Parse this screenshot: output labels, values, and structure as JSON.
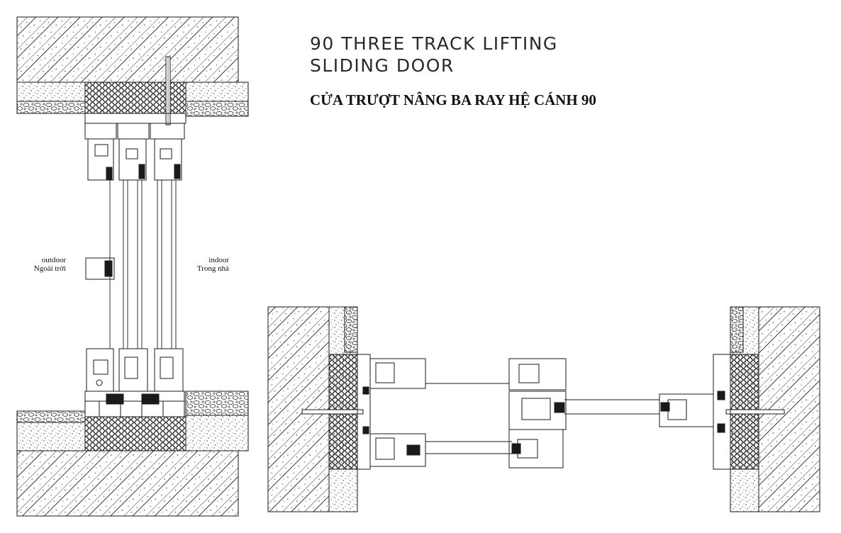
{
  "title": {
    "en_line1": "90 THREE TRACK LIFTING",
    "en_line2": "SLIDING DOOR",
    "vi": "CỬA TRƯỢT NÂNG BA RAY HỆ CÁNH 90"
  },
  "labels": {
    "outdoor": "outdoor",
    "outdoor_vi": "Ngoài trời",
    "indoor": "indoor",
    "indoor_vi": "Trong nhà"
  },
  "colors": {
    "line": "#1a1a1a",
    "background": "#ffffff"
  }
}
